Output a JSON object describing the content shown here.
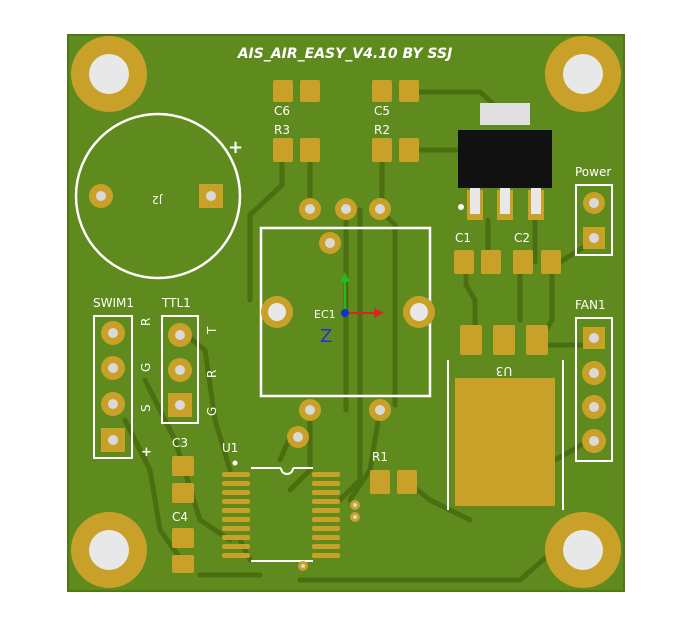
{
  "board": {
    "title": "AIS_AIR_EASY_V4.10   BY SSJ",
    "colors": {
      "board": "#5f8a1d",
      "board_edge": "#4f7714",
      "trace": "#4b6f10",
      "pad_gold": "#c9a128",
      "pad_hole": "#d9d9d9",
      "silk": "#ffffff",
      "regulator": "#111111"
    }
  },
  "labels": {
    "c6": "C6",
    "c5": "C5",
    "r3": "R3",
    "r2": "R2",
    "j2": "J2",
    "j2_plus": "+",
    "power": "Power",
    "c1": "C1",
    "c2": "C2",
    "swim1": "SWIM1",
    "ttl1": "TTL1",
    "swim_pins": [
      "R",
      "G",
      "S",
      "+"
    ],
    "ttl_pins": [
      "T",
      "R",
      "G"
    ],
    "ec1": "EC1",
    "z_axis": "Z",
    "fan1": "FAN1",
    "u3": "U3",
    "c3": "C3",
    "c4": "C4",
    "u1": "U1",
    "r1": "R1"
  }
}
